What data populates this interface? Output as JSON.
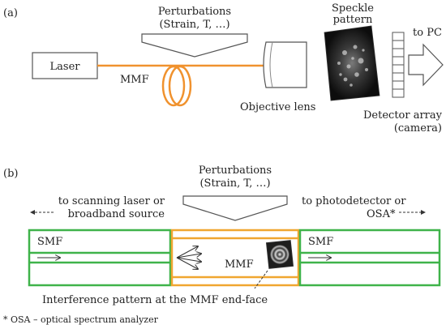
{
  "panel_a": {
    "tag": "(a)",
    "laser": "Laser",
    "perturb_line1": "Perturbations",
    "perturb_line2": "(Strain, T, …)",
    "mmf": "MMF",
    "objective": "Objective lens",
    "speckle_line1": "Speckle",
    "speckle_line2": "pattern",
    "to_pc": "to PC",
    "detector_line1": "Detector array",
    "detector_line2": "(camera)"
  },
  "panel_b": {
    "tag": "(b)",
    "perturb_line1": "Perturbations",
    "perturb_line2": "(Strain, T, …)",
    "left_line1": "to scanning laser or",
    "left_line2": "broadband source",
    "right_line1": "to photodetector or",
    "right_line2": "OSA*",
    "smf_left": "SMF",
    "smf_right": "SMF",
    "mmf": "MMF",
    "interference": "Interference pattern at the MMF end-face",
    "footnote": "* OSA – optical spectrum analyzer"
  },
  "colors": {
    "fiber_orange": "#f0922e",
    "smf_green": "#3fb34a",
    "mmf_box_orange": "#f0a630",
    "outline_gray": "#555555"
  }
}
